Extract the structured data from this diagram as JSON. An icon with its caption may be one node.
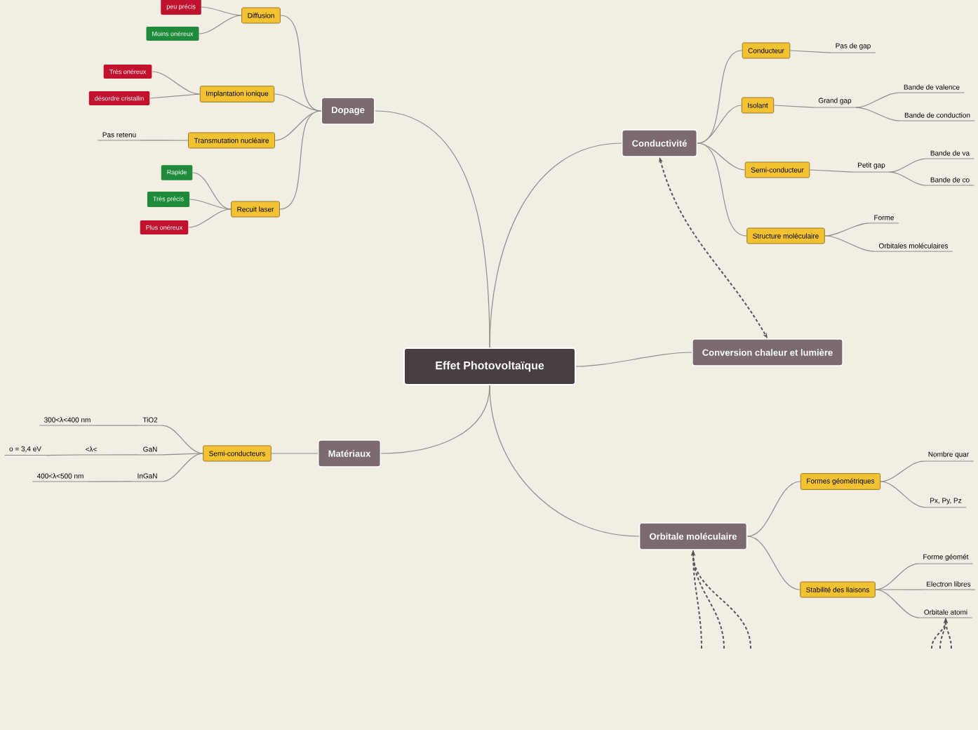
{
  "diagram": {
    "nodes": [
      {
        "text": [
          "Effet Photovoltaïque"
        ]
      },
      {
        "text": [
          "Dopage"
        ]
      },
      {
        "text": [
          "Diffusion"
        ]
      },
      {
        "text": [
          "peu précis"
        ]
      },
      {
        "text": [
          "Moins onéreux"
        ]
      },
      {
        "text": [
          "Implantation ionique"
        ]
      },
      {
        "text": [
          "Très onéreux"
        ]
      },
      {
        "text": [
          "désordre cristallin"
        ]
      },
      {
        "text": [
          "Transmutation nucléaire"
        ]
      },
      {
        "text": [
          "Pas retenu"
        ]
      },
      {
        "text": [
          "Recuit laser"
        ]
      },
      {
        "text": [
          "Rapide"
        ]
      },
      {
        "text": [
          "Très précis"
        ]
      },
      {
        "text": [
          "Plus onéreux"
        ]
      },
      {
        "text": [
          "Conductivité"
        ]
      },
      {
        "text": [
          "Conducteur"
        ]
      },
      {
        "text": [
          "Pas de gap"
        ]
      },
      {
        "text": [
          "Isolant"
        ]
      },
      {
        "text": [
          "Grand gap"
        ]
      },
      {
        "text": [
          "Bande de valence"
        ]
      },
      {
        "text": [
          "Bande de conduction"
        ]
      },
      {
        "text": [
          "Semi-conducteur"
        ]
      },
      {
        "text": [
          "Petit gap"
        ]
      },
      {
        "text": [
          "Bande de va"
        ]
      },
      {
        "text": [
          "Bande de co"
        ]
      },
      {
        "text": [
          "Structure moléculaire"
        ]
      },
      {
        "text": [
          "Forme"
        ]
      },
      {
        "text": [
          "Orbitales moléculaires"
        ]
      },
      {
        "text": [
          "Conversion chaleur et lumière"
        ]
      },
      {
        "text": [
          "Matériaux"
        ]
      },
      {
        "text": [
          "Semi-conducteurs"
        ]
      },
      {
        "text": [
          "TiO2"
        ]
      },
      {
        "text": [
          "300<λ<400 nm"
        ]
      },
      {
        "text": [
          "GaN"
        ]
      },
      {
        "text": [
          "<λ<"
        ]
      },
      {
        "text": [
          "o = 3,4 eV"
        ]
      },
      {
        "text": [
          "InGaN"
        ]
      },
      {
        "text": [
          "400<λ<500 nm"
        ]
      },
      {
        "text": [
          "Orbitale moléculaire"
        ]
      },
      {
        "text": [
          "Formes géométriques"
        ]
      },
      {
        "text": [
          "Nombre quar"
        ]
      },
      {
        "text": [
          "Px, Py, Pz"
        ]
      },
      {
        "text": [
          "Stabilité des liaisons"
        ]
      },
      {
        "text": [
          "Forme géomét"
        ]
      },
      {
        "text": [
          "Electron libres"
        ]
      },
      {
        "text": [
          "Orbitale atomi"
        ]
      }
    ],
    "edges": [
      {
        "from": 0,
        "to": 1,
        "arrow": "none"
      },
      {
        "from": 1,
        "to": 2,
        "arrow": "none"
      },
      {
        "from": 2,
        "to": 3,
        "arrow": "none"
      },
      {
        "from": 2,
        "to": 4,
        "arrow": "none"
      },
      {
        "from": 1,
        "to": 5,
        "arrow": "none"
      },
      {
        "from": 5,
        "to": 6,
        "arrow": "none"
      },
      {
        "from": 5,
        "to": 7,
        "arrow": "none"
      },
      {
        "from": 1,
        "to": 8,
        "arrow": "none"
      },
      {
        "from": 8,
        "to": 9,
        "arrow": "none"
      },
      {
        "from": 1,
        "to": 10,
        "arrow": "none"
      },
      {
        "from": 10,
        "to": 11,
        "arrow": "none"
      },
      {
        "from": 10,
        "to": 12,
        "arrow": "none"
      },
      {
        "from": 10,
        "to": 13,
        "arrow": "none"
      },
      {
        "from": 0,
        "to": 14,
        "arrow": "none"
      },
      {
        "from": 14,
        "to": 15,
        "arrow": "none"
      },
      {
        "from": 15,
        "to": 16,
        "arrow": "none"
      },
      {
        "from": 14,
        "to": 17,
        "arrow": "none"
      },
      {
        "from": 17,
        "to": 18,
        "arrow": "none"
      },
      {
        "from": 18,
        "to": 19,
        "arrow": "none"
      },
      {
        "from": 18,
        "to": 20,
        "arrow": "none"
      },
      {
        "from": 14,
        "to": 21,
        "arrow": "none"
      },
      {
        "from": 21,
        "to": 22,
        "arrow": "none"
      },
      {
        "from": 22,
        "to": 23,
        "arrow": "none"
      },
      {
        "from": 22,
        "to": 24,
        "arrow": "none"
      },
      {
        "from": 14,
        "to": 25,
        "arrow": "none"
      },
      {
        "from": 25,
        "to": 26,
        "arrow": "none"
      },
      {
        "from": 25,
        "to": 27,
        "arrow": "none"
      },
      {
        "from": 0,
        "to": 28,
        "arrow": "none"
      },
      {
        "from": 14,
        "to": 28,
        "arrow": "both",
        "style": "dashed",
        "color": "#555555"
      },
      {
        "from": 0,
        "to": 29,
        "arrow": "none"
      },
      {
        "from": 29,
        "to": 30,
        "arrow": "none"
      },
      {
        "from": 30,
        "to": 31,
        "arrow": "none"
      },
      {
        "from": 31,
        "to": 32,
        "arrow": "none"
      },
      {
        "from": 30,
        "to": 33,
        "arrow": "none"
      },
      {
        "from": 33,
        "to": 34,
        "arrow": "none"
      },
      {
        "from": 34,
        "to": 35,
        "arrow": "none"
      },
      {
        "from": 30,
        "to": 36,
        "arrow": "none"
      },
      {
        "from": 36,
        "to": 37,
        "arrow": "none"
      },
      {
        "from": 0,
        "to": 38,
        "arrow": "none"
      },
      {
        "from": 38,
        "to": 39,
        "arrow": "none"
      },
      {
        "from": 39,
        "to": 40,
        "arrow": "none"
      },
      {
        "from": 39,
        "to": 41,
        "arrow": "none"
      },
      {
        "from": 38,
        "to": 42,
        "arrow": "none"
      },
      {
        "from": 42,
        "to": 43,
        "arrow": "none"
      },
      {
        "from": 42,
        "to": 44,
        "arrow": "none"
      },
      {
        "from": 42,
        "to": 45,
        "arrow": "none"
      },
      {
        "from": null,
        "to": 38,
        "arrow": "to",
        "style": "dashed",
        "color": "#555555"
      },
      {
        "from": null,
        "to": 38,
        "arrow": "to",
        "style": "dashed",
        "color": "#555555"
      },
      {
        "from": null,
        "to": 38,
        "arrow": "to",
        "style": "dashed",
        "color": "#555555"
      },
      {
        "from": null,
        "to": 45,
        "arrow": "to",
        "style": "dashed",
        "color": "#555555"
      },
      {
        "from": null,
        "to": 45,
        "arrow": "to",
        "style": "dashed",
        "color": "#555555"
      },
      {
        "from": null,
        "to": 45,
        "arrow": "to",
        "style": "dashed",
        "color": "#555555"
      }
    ]
  }
}
